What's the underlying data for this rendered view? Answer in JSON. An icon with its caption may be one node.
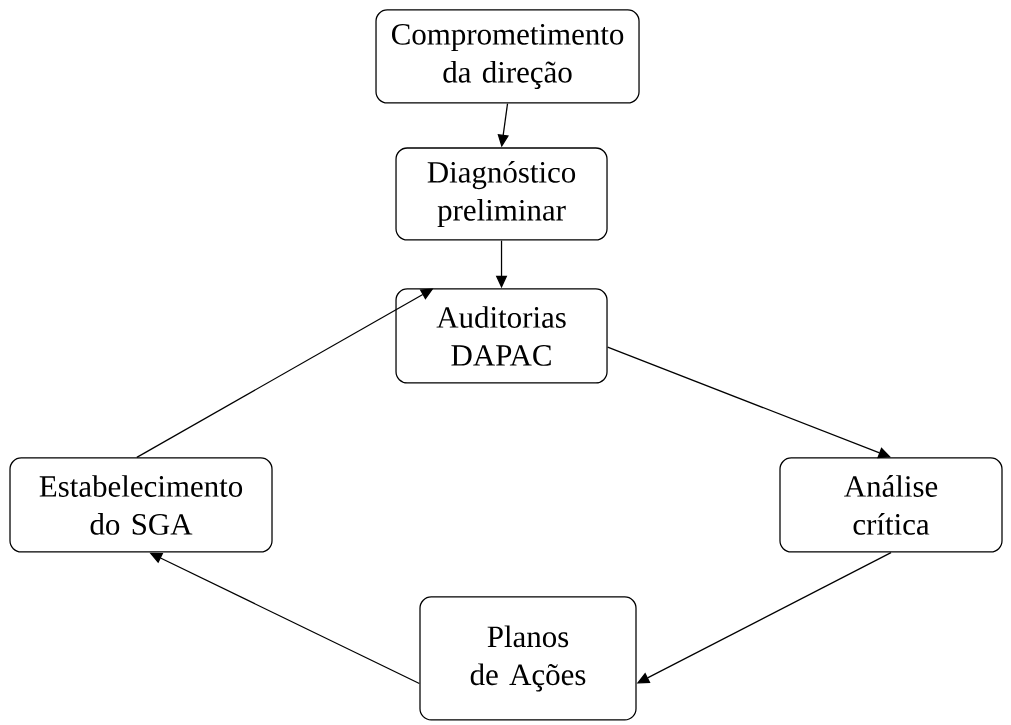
{
  "diagram": {
    "nodes": [
      {
        "text": [
          "Comprometimento da direção"
        ]
      },
      {
        "text": [
          "Diagnóstico preliminar"
        ]
      },
      {
        "text": [
          "Auditorias DAPAC"
        ]
      },
      {
        "text": [
          "Estabelecimento do SGA"
        ]
      },
      {
        "text": [
          "Análise crítica"
        ]
      },
      {
        "text": [
          "Planos de Ações"
        ]
      }
    ],
    "edges": [
      {
        "from": 0,
        "to": 1,
        "arrow": "to"
      },
      {
        "from": 1,
        "to": 2,
        "arrow": "to"
      },
      {
        "from": 2,
        "to": 4,
        "arrow": "to"
      },
      {
        "from": 4,
        "to": 5,
        "arrow": "to"
      },
      {
        "from": 5,
        "to": 3,
        "arrow": "to"
      },
      {
        "from": 3,
        "to": 2,
        "arrow": "to"
      }
    ]
  }
}
